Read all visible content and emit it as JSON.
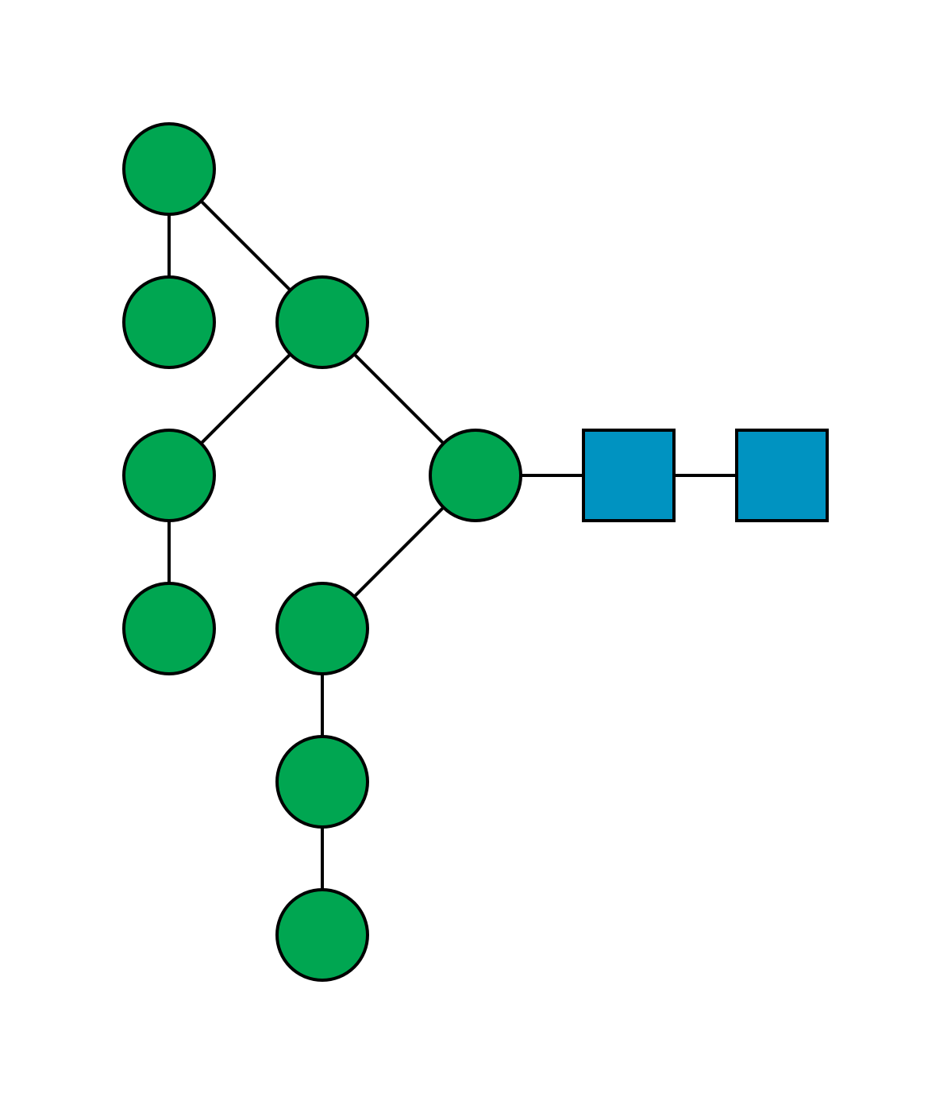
{
  "diagram": {
    "type": "glycan-structure",
    "colors": {
      "background": "#ffffff",
      "outline": "#000000",
      "green-circle": "#00A651",
      "blue-square": "#0093C1"
    },
    "residues": [
      {
        "id": "sq-terminal",
        "shape": "square",
        "color": "blue-square"
      },
      {
        "id": "sq-inner",
        "shape": "square",
        "color": "blue-square"
      },
      {
        "id": "circle-core",
        "shape": "circle",
        "color": "green-circle"
      },
      {
        "id": "circle-upper-branch",
        "shape": "circle",
        "color": "green-circle"
      },
      {
        "id": "circle-top",
        "shape": "circle",
        "color": "green-circle"
      },
      {
        "id": "circle-top-child",
        "shape": "circle",
        "color": "green-circle"
      },
      {
        "id": "circle-upper-left",
        "shape": "circle",
        "color": "green-circle"
      },
      {
        "id": "circle-upper-left-child",
        "shape": "circle",
        "color": "green-circle"
      },
      {
        "id": "circle-lower-branch",
        "shape": "circle",
        "color": "green-circle"
      },
      {
        "id": "circle-lower-mid",
        "shape": "circle",
        "color": "green-circle"
      },
      {
        "id": "circle-lower-end",
        "shape": "circle",
        "color": "green-circle"
      }
    ],
    "links": [
      [
        "sq-terminal",
        "sq-inner"
      ],
      [
        "sq-inner",
        "circle-core"
      ],
      [
        "circle-core",
        "circle-upper-branch"
      ],
      [
        "circle-core",
        "circle-lower-branch"
      ],
      [
        "circle-upper-branch",
        "circle-top"
      ],
      [
        "circle-top",
        "circle-top-child"
      ],
      [
        "circle-upper-branch",
        "circle-upper-left"
      ],
      [
        "circle-upper-left",
        "circle-upper-left-child"
      ],
      [
        "circle-lower-branch",
        "circle-lower-mid"
      ],
      [
        "circle-lower-mid",
        "circle-lower-end"
      ]
    ]
  }
}
